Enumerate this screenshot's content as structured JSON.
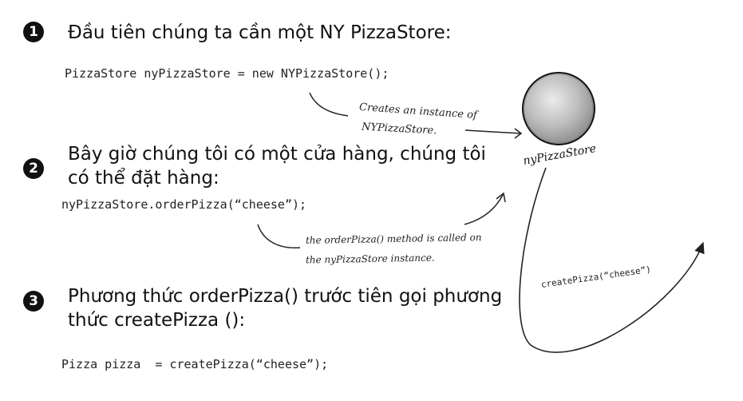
{
  "steps": [
    {
      "number": "1",
      "heading": "Đầu tiên chúng ta cần một NY PizzaStore:",
      "code": "PizzaStore nyPizzaStore = new NYPizzaStore();"
    },
    {
      "number": "2",
      "heading_line1": "Bây giờ chúng tôi có một cửa hàng, chúng tôi",
      "heading_line2": "có thể đặt hàng:",
      "code": "nyPizzaStore.orderPizza(“cheese”);"
    },
    {
      "number": "3",
      "heading_line1": "Phương thức orderPizza() trước tiên gọi phương",
      "heading_line2": "thức createPizza ():",
      "code": "Pizza pizza  = createPizza(“cheese”);"
    }
  ],
  "annotations": {
    "instance_line1": "Creates an instance of",
    "instance_line2": "NYPizzaStore.",
    "orderpizza_line1": "the orderPizza() method is called on",
    "orderpizza_line2": "the nyPizzaStore instance.",
    "create_call": "createPizza(“cheese”)"
  },
  "object": {
    "label": "nyPizzaStore"
  },
  "colors": {
    "ink": "#111111",
    "sphere_light": "#e6e6e6",
    "sphere_dark": "#8a8a8a"
  }
}
